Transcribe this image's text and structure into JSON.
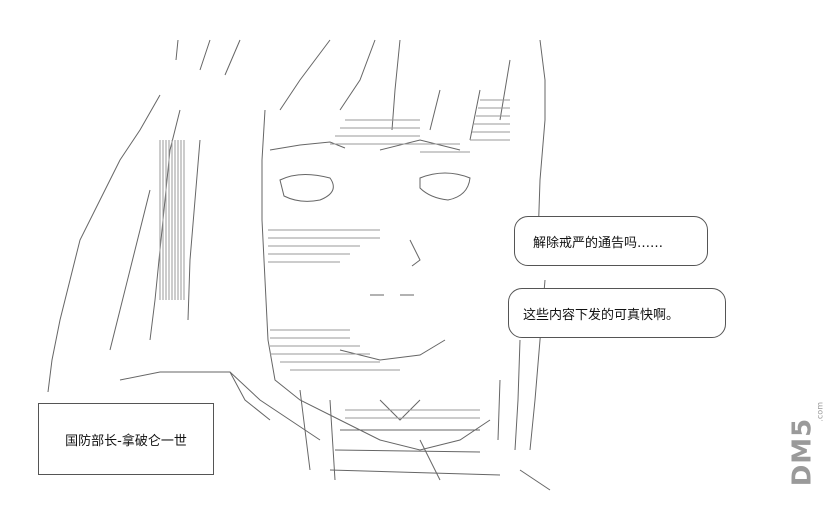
{
  "caption": {
    "text": "国防部长-拿破仑一世"
  },
  "dialogue": [
    {
      "text": "解除戒严的通告吗……"
    },
    {
      "text": "这些内容下发的可真快啊。"
    }
  ],
  "watermark": {
    "brand": "DM5",
    "domain": ".com"
  }
}
